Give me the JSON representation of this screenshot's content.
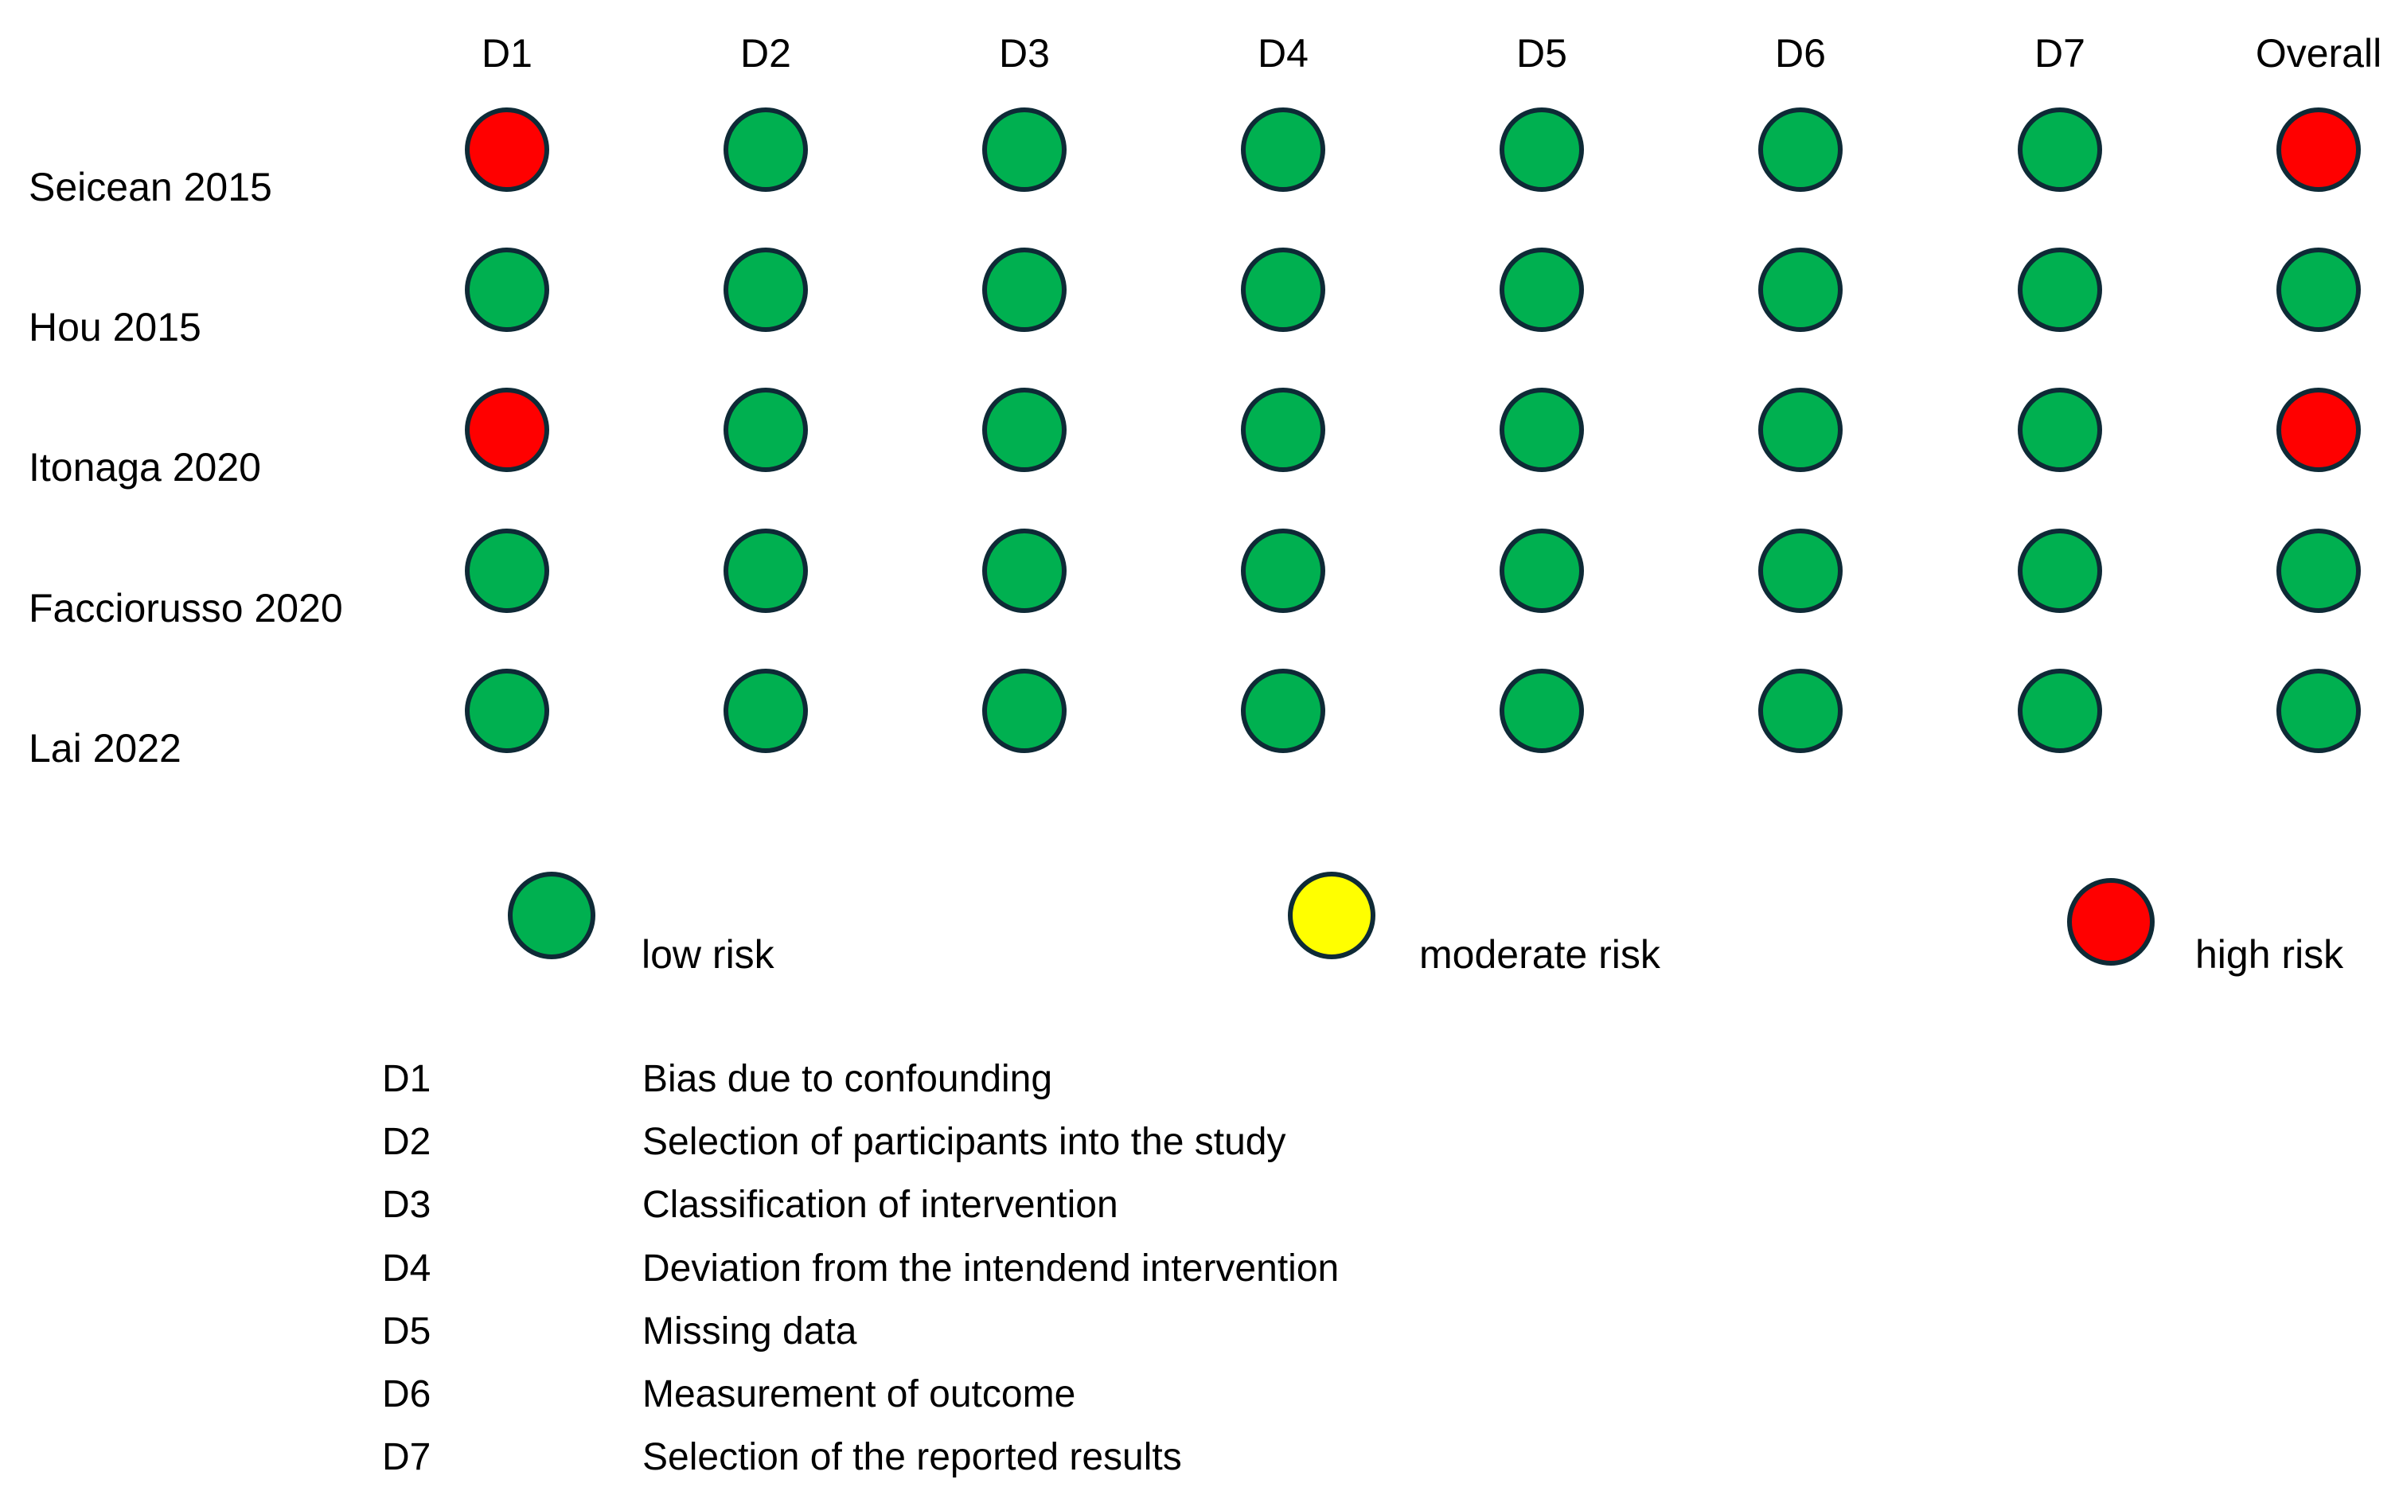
{
  "colors": {
    "low": "#00b050",
    "moderate": "#ffff00",
    "high": "#ff0000",
    "outline": "#0e2a36"
  },
  "columns": [
    "D1",
    "D2",
    "D3",
    "D4",
    "D5",
    "D6",
    "D7",
    "Overall"
  ],
  "rows": [
    {
      "study": "Seicean 2015",
      "ratings": [
        "high",
        "low",
        "low",
        "low",
        "low",
        "low",
        "low",
        "high"
      ]
    },
    {
      "study": "Hou 2015",
      "ratings": [
        "low",
        "low",
        "low",
        "low",
        "low",
        "low",
        "low",
        "low"
      ]
    },
    {
      "study": "Itonaga 2020",
      "ratings": [
        "high",
        "low",
        "low",
        "low",
        "low",
        "low",
        "low",
        "high"
      ]
    },
    {
      "study": "Facciorusso 2020",
      "ratings": [
        "low",
        "low",
        "low",
        "low",
        "low",
        "low",
        "low",
        "low"
      ]
    },
    {
      "study": "Lai 2022",
      "ratings": [
        "low",
        "low",
        "low",
        "low",
        "low",
        "low",
        "low",
        "low"
      ]
    }
  ],
  "legend": [
    {
      "key": "low",
      "label": "low risk"
    },
    {
      "key": "moderate",
      "label": "moderate risk"
    },
    {
      "key": "high",
      "label": "high risk"
    }
  ],
  "definitions": [
    {
      "code": "D1",
      "text": "Bias due to confounding"
    },
    {
      "code": "D2",
      "text": "Selection of participants into the study"
    },
    {
      "code": "D3",
      "text": "Classification of intervention"
    },
    {
      "code": "D4",
      "text": "Deviation from the intendend intervention"
    },
    {
      "code": "D5",
      "text": "Missing data"
    },
    {
      "code": "D6",
      "text": "Measurement of outcome"
    },
    {
      "code": "D7",
      "text": "Selection of the reported results"
    }
  ]
}
